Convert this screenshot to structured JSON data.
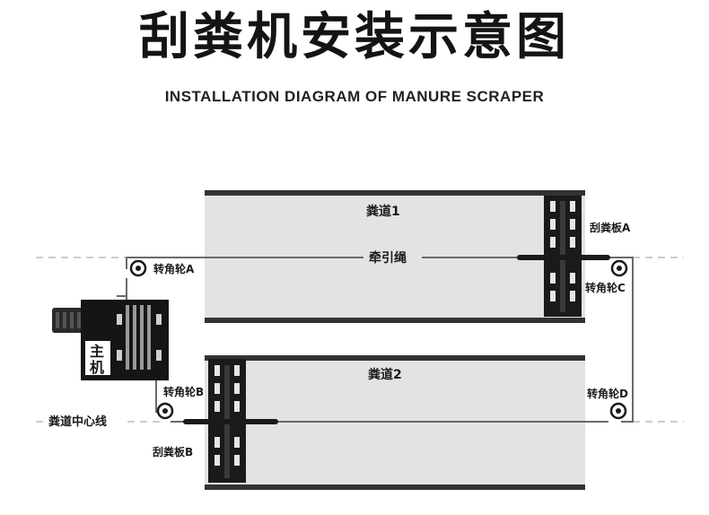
{
  "title": "刮粪机安装示意图",
  "subtitle": "INSTALLATION DIAGRAM OF MANURE SCRAPER",
  "labels": {
    "lane1": "粪道1",
    "lane2": "粪道2",
    "rope": "牵引绳",
    "scraper_a": "刮粪板A",
    "scraper_b": "刮粪板B",
    "pulley_a": "转角轮A",
    "pulley_b": "转角轮B",
    "pulley_c": "转角轮C",
    "pulley_d": "转角轮D",
    "centerline": "粪道中心线",
    "main_unit_line1": "主",
    "main_unit_line2": "机"
  },
  "colors": {
    "lane_fill": "#e3e3e3",
    "lane_edge": "#333333",
    "rope": "#6a6a6a",
    "scraper": "#1a1a1a",
    "dashed": "#9a9a9a"
  }
}
